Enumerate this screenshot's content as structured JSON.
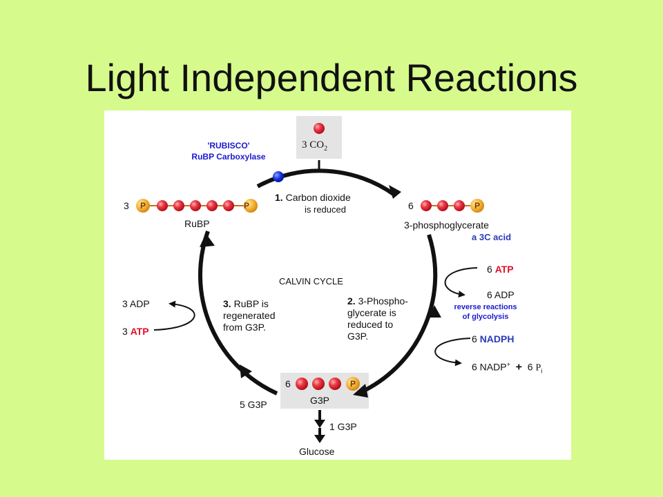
{
  "slide": {
    "title": "Light Independent Reactions"
  },
  "diagram": {
    "co2_count": "3",
    "co2_label": "CO",
    "co2_sub": "2",
    "rubisco_quote": "'RUBISCO'",
    "rubisco_name": "RuBP Carboxylase",
    "step1_num": "1.",
    "step1_text_a": "Carbon dioxide",
    "step1_text_b": "is reduced",
    "rubp_count": "3",
    "rubp_label": "RuBP",
    "pga_count": "6",
    "pga_label": "3-phosphoglycerate",
    "pga_note": "a 3C acid",
    "cycle_label": "CALVIN CYCLE",
    "atp_in_count": "6",
    "atp_in_label": "ATP",
    "adp_out": "6 ADP",
    "reverse_a": "reverse reactions",
    "reverse_b": "of glycolysis",
    "step2_num": "2.",
    "step2_a": "3-Phospho-",
    "step2_b": "glycerate is",
    "step2_c": "reduced to",
    "step2_d": "G3P.",
    "nadph_count": "6",
    "nadph_label": "NADPH",
    "nadp_label": "6 NADP",
    "nadp_sup": "+",
    "plus": "+",
    "pi_count": "6",
    "pi_label": "P",
    "pi_sub": "i",
    "adp_left": "3 ADP",
    "atp_left_count": "3",
    "atp_left_label": "ATP",
    "step3_num": "3.",
    "step3_a": "RuBP is",
    "step3_b": "regenerated",
    "step3_c": "from G3P.",
    "g3p_count": "6",
    "g3p_label": "G3P",
    "g3p_recycled": "5 G3P",
    "g3p_out": "1 G3P",
    "glucose_label": "Glucose",
    "phosphate_letter": "P",
    "colors": {
      "carbon": "#e8283c",
      "phosphate": "#f5b53a",
      "enzyme": "#1530e0",
      "arrow": "#111111"
    }
  }
}
